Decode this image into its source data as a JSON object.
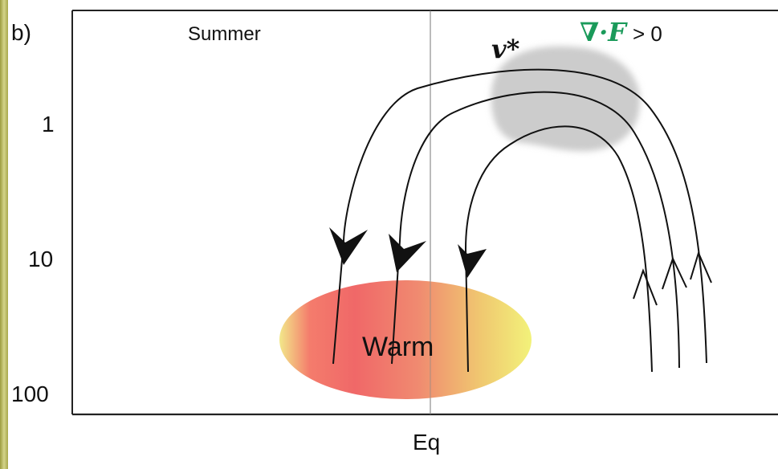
{
  "panel_label": "b)",
  "season_label": "Summer",
  "flux_label": {
    "operator": "∇·",
    "variable": "F",
    "relation": "> 0",
    "color": "#1a9a5a"
  },
  "velocity_label": "v*",
  "region_label": "Warm",
  "x_axis": {
    "tick_label": "Eq"
  },
  "y_axis": {
    "ticks": [
      "1",
      "10",
      "100"
    ],
    "scale": "log"
  },
  "colors": {
    "warm_left": "#f06a6a",
    "warm_right": "#f2f27a",
    "side_strip": "#b9b968",
    "forcing_region": "#cfcfcf"
  }
}
